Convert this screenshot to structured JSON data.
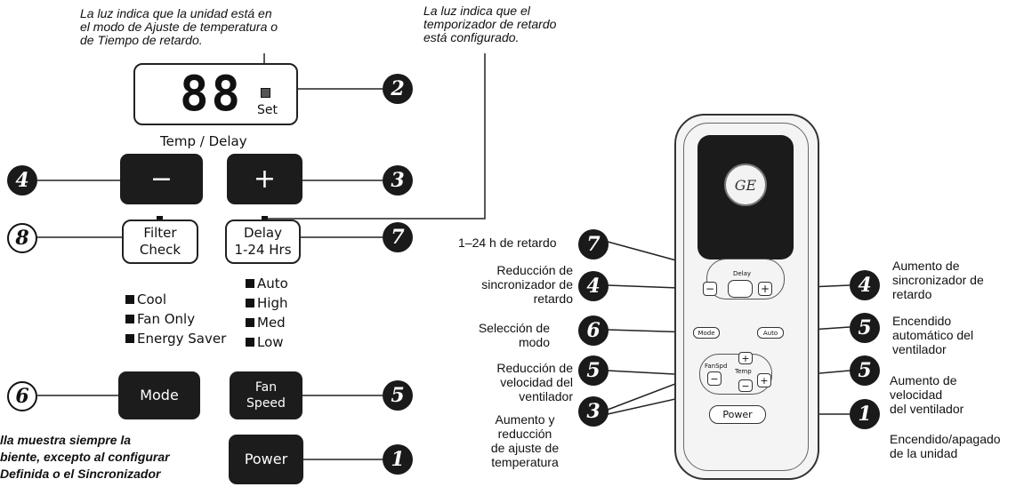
{
  "notes": {
    "set_light": "La luz indica que la unidad está en\nel modo de Ajuste de temperatura o\nde Tiempo de retardo.",
    "delay_light": "La luz indica que el\ntemporizador de retardo\nestá configurado.",
    "display_note": "lla muestra siempre la\nbiente, excepto al configurar\nDefinida o el Sincronizador"
  },
  "panel": {
    "display_digits": "88",
    "set_label": "Set",
    "temp_delay_label": "Temp / Delay",
    "minus_label": "−",
    "plus_label": "+",
    "filter_label": "Filter\nCheck",
    "delay_label": "Delay\n1-24 Hrs",
    "mode_list": [
      "Cool",
      "Fan Only",
      "Energy Saver"
    ],
    "fan_list": [
      "Auto",
      "High",
      "Med",
      "Low"
    ],
    "mode_label": "Mode",
    "fan_speed_label": "Fan\nSpeed",
    "power_label": "Power"
  },
  "panel_callouts": {
    "display": "2",
    "minus": "4",
    "plus": "3",
    "filter": "8",
    "delay": "7",
    "mode": "6",
    "fan_speed": "5",
    "power": "1"
  },
  "remote": {
    "logo": "GE",
    "delay": "Delay",
    "minus": "−",
    "plus": "+",
    "mode": "Mode",
    "auto": "Auto",
    "fan_speed": "FanSpd",
    "temp": "Temp",
    "power": "Power"
  },
  "remote_labels": {
    "delay_range": "1–24 h de retardo",
    "delay_down": "Reducción de\nsincronizador de\nretardo",
    "delay_up": "Aumento de\nsincronizador de\nretardo",
    "mode_select": "Selección de\nmodo",
    "auto_fan": "Encendido\nautomático del\nventilador",
    "fan_down": "Reducción de\nvelocidad del\nventilador",
    "fan_up": "Aumento de\nvelocidad\ndel ventilador",
    "temp_adjust": "Aumento y\nreducción\nde ajuste de\ntemperatura",
    "power_onoff": "Encendido/apagado\nde la unidad"
  },
  "remote_callouts": {
    "delay_range": "7",
    "delay_down": "4",
    "delay_up": "4",
    "mode_select": "6",
    "auto_fan": "5",
    "fan_down": "5",
    "fan_up": "5",
    "temp_adjust": "3",
    "power_onoff": "1"
  }
}
